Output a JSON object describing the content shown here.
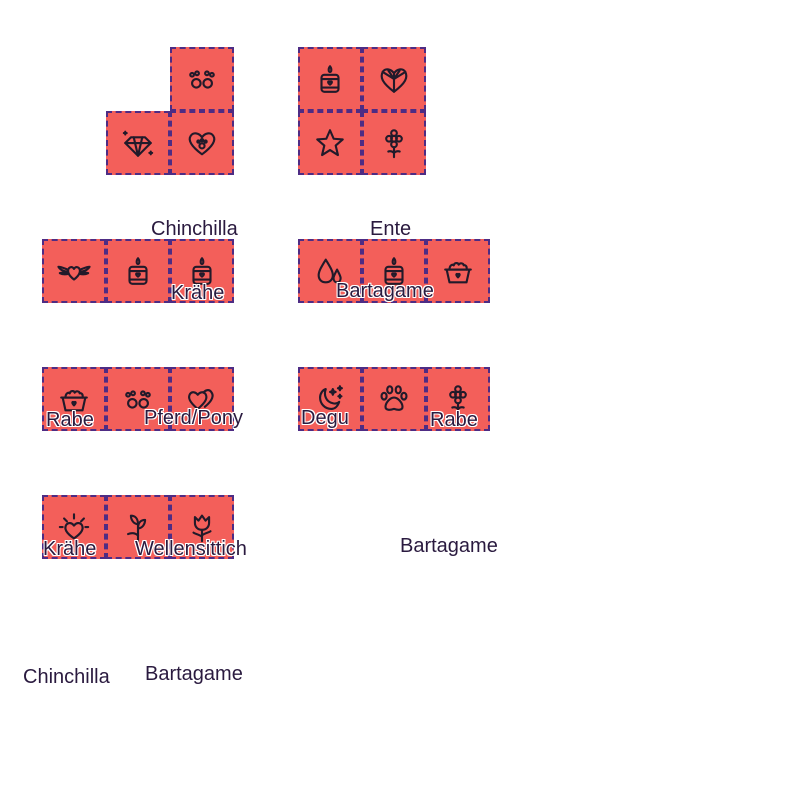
{
  "colors": {
    "tile_fill": "#f35f5a",
    "tile_border": "#4e2c84",
    "text": "#2a1a3f"
  },
  "pieces": [
    {
      "name": "piece-1",
      "tiles": [
        "paw-pair-icon",
        "diamond-icon",
        "heart-paw-icon"
      ]
    },
    {
      "name": "piece-2",
      "tiles": [
        "candle-icon",
        "gem-heart-icon",
        "star-icon",
        "flower-icon"
      ]
    },
    {
      "name": "piece-3",
      "tiles": [
        "winged-heart-icon",
        "candle-icon",
        "candle-icon"
      ]
    },
    {
      "name": "piece-4",
      "tiles": [
        "drops-icon",
        "candle-icon",
        "pet-bowl-icon"
      ]
    },
    {
      "name": "piece-5",
      "tiles": [
        "pet-bowl-icon",
        "paw-pair-icon",
        "double-heart-icon"
      ]
    },
    {
      "name": "piece-6",
      "tiles": [
        "moon-stars-icon",
        "paw-icon",
        "flower-icon"
      ]
    },
    {
      "name": "piece-7",
      "tiles": [
        "sun-heart-icon",
        "sprout-icon",
        "tulip-icon"
      ]
    }
  ],
  "labels": [
    "Chinchilla",
    "Ente",
    "Krähe",
    "Bartagame",
    "Rabe",
    "Pferd/Pony",
    "Degu",
    "Rabe",
    "Krähe",
    "Wellensittich",
    "Bartagame",
    "Chinchilla",
    "Bartagame"
  ]
}
